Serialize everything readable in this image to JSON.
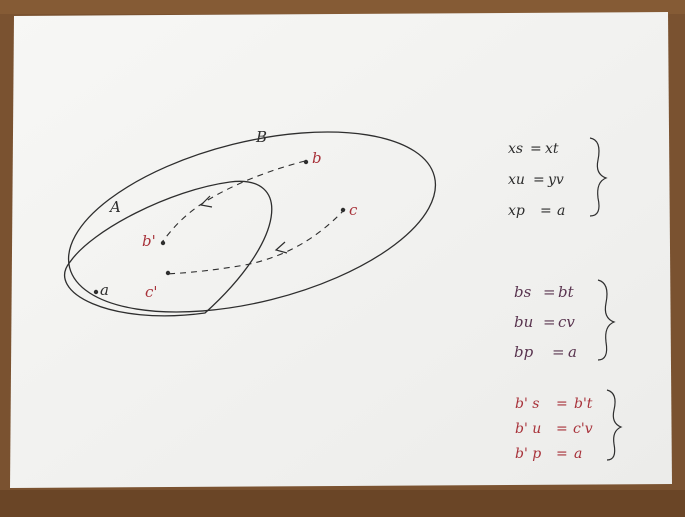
{
  "colors": {
    "table": "#7a5230",
    "paper": "#f4f4f2",
    "ink": "#2e2e2e",
    "red_ink": "#a8323a",
    "purple_ink": "#5a3550"
  },
  "diagram": {
    "set_labels": {
      "outer": "B",
      "inner": "A"
    },
    "points": {
      "a": "a",
      "b": "b",
      "c": "c",
      "b_prime": "b'",
      "c_prime": "c'"
    }
  },
  "equations": {
    "group1": [
      {
        "lhs": "xs",
        "rhs": "xt"
      },
      {
        "lhs": "xu",
        "rhs": "yv"
      },
      {
        "lhs": "xp",
        "rhs": "a"
      }
    ],
    "group2": [
      {
        "lhs": "bs",
        "rhs": "bt"
      },
      {
        "lhs": "bu",
        "rhs": "cv"
      },
      {
        "lhs": "bp",
        "rhs": "a"
      }
    ],
    "group3": [
      {
        "lhs": "b' s",
        "rhs": "b't"
      },
      {
        "lhs": "b' u",
        "rhs": "c'v"
      },
      {
        "lhs": "b' p",
        "rhs": "a"
      }
    ]
  }
}
